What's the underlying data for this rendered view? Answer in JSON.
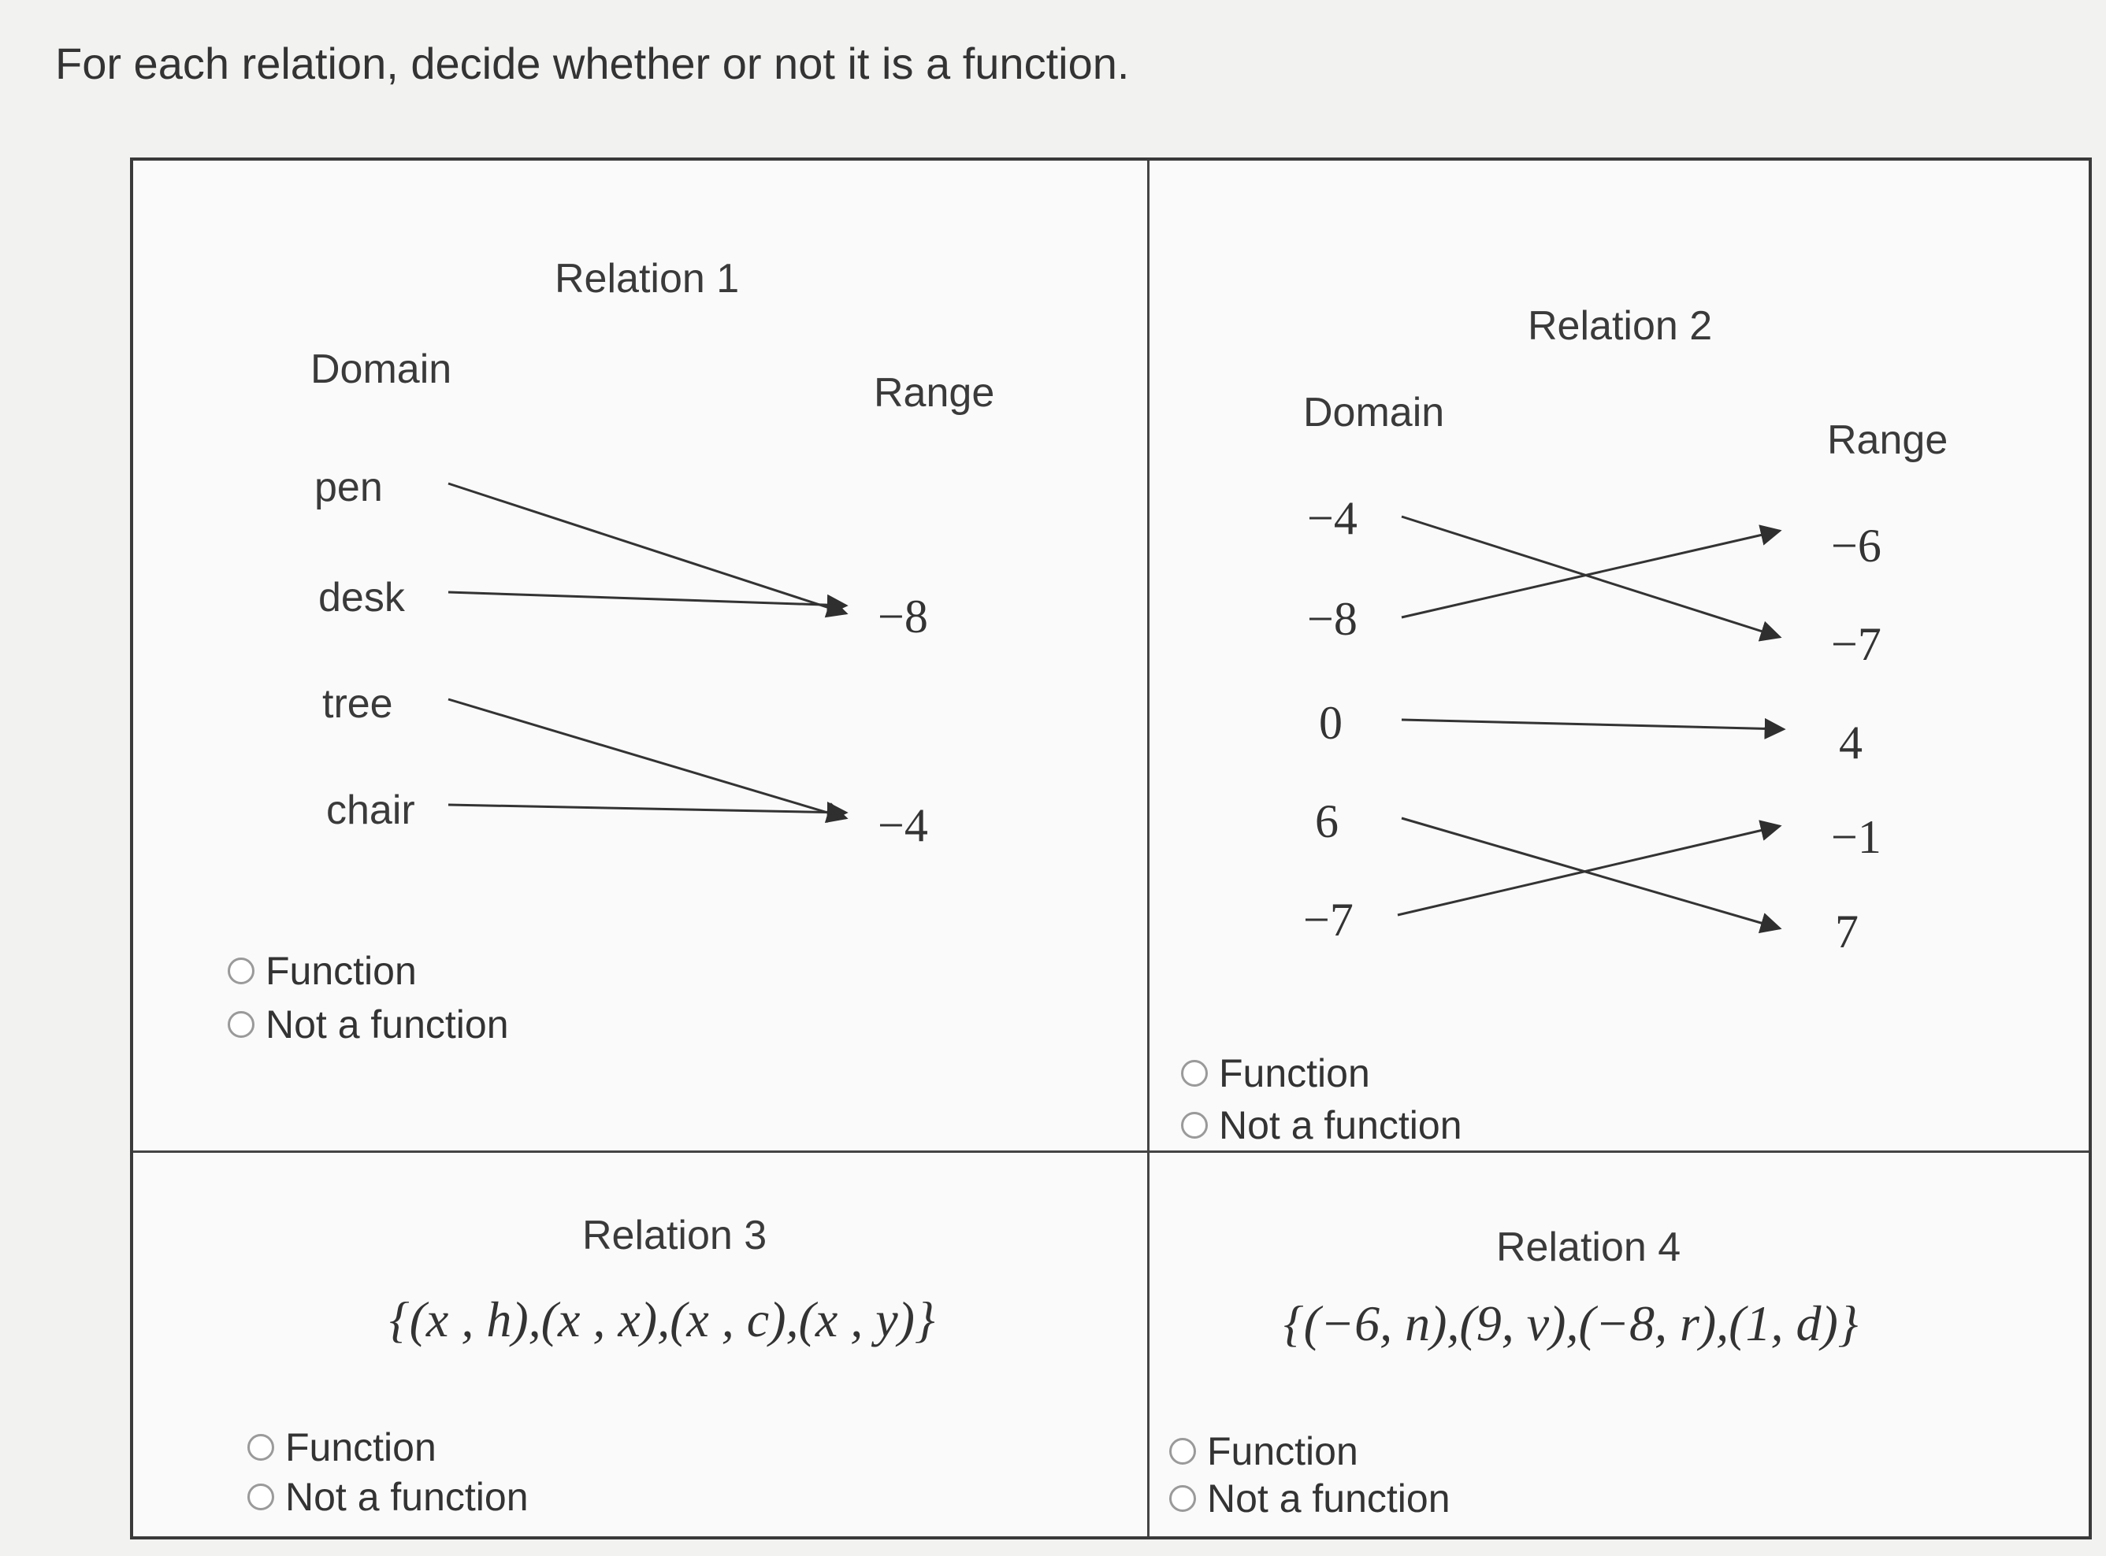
{
  "instruction": "For each relation, decide whether or not it is a function.",
  "relation1": {
    "title": "Relation 1",
    "domain_label": "Domain",
    "range_label": "Range",
    "domain": [
      "pen",
      "desk",
      "tree",
      "chair"
    ],
    "range": [
      "−8",
      "−4"
    ],
    "options": [
      "Function",
      "Not a function"
    ]
  },
  "relation2": {
    "title": "Relation 2",
    "domain_label": "Domain",
    "range_label": "Range",
    "domain": [
      "−4",
      "−8",
      "0",
      "6",
      "−7"
    ],
    "range": [
      "−6",
      "−7",
      "4",
      "−1",
      "7"
    ],
    "options": [
      "Function",
      "Not a function"
    ]
  },
  "relation3": {
    "title": "Relation 3",
    "set": "{(x , h),(x , x),(x , c),(x , y)}",
    "options": [
      "Function",
      "Not a function"
    ]
  },
  "relation4": {
    "title": "Relation 4",
    "set": "{(−6, n),(9, v),(−8, r),(1, d)}",
    "options": [
      "Function",
      "Not a function"
    ]
  }
}
